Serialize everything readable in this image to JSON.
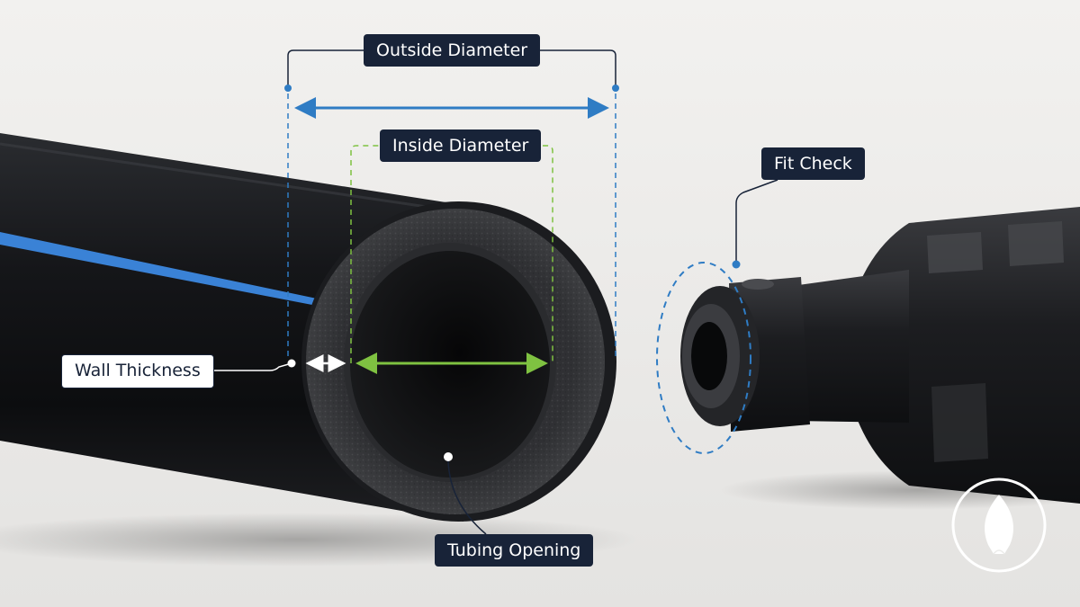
{
  "labels": {
    "outside_diameter": "Outside Diameter",
    "inside_diameter": "Inside Diameter",
    "fit_check": "Fit Check",
    "wall_thickness": "Wall Thickness",
    "tubing_opening": "Tubing Opening"
  },
  "colors": {
    "background": "#ececea",
    "outside_diameter_line": "#2f7cc4",
    "inside_diameter_line": "#7fc241",
    "tube_stripe": "#3a82d6",
    "label_dark": "#182338",
    "fit_check_circle": "#2f7cc4"
  },
  "icons": {
    "badge": "leaf-icon"
  }
}
